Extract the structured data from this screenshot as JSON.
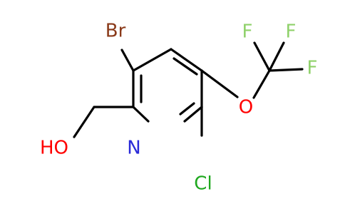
{
  "molecule": {
    "atoms": {
      "br": {
        "label": "Br",
        "color": "#8a3a1a"
      },
      "o_ether": {
        "label": "O",
        "color": "#ff0000"
      },
      "f1": {
        "label": "F",
        "color": "#8fd16a"
      },
      "f2": {
        "label": "F",
        "color": "#8fd16a"
      },
      "f3": {
        "label": "F",
        "color": "#8fd16a"
      },
      "ho": {
        "label": "HO",
        "color": "#ff0000"
      },
      "n": {
        "label": "N",
        "color": "#2a2ad8"
      },
      "cl": {
        "label": "Cl",
        "color": "#1fa81f"
      }
    },
    "bond_color": "#000000"
  }
}
